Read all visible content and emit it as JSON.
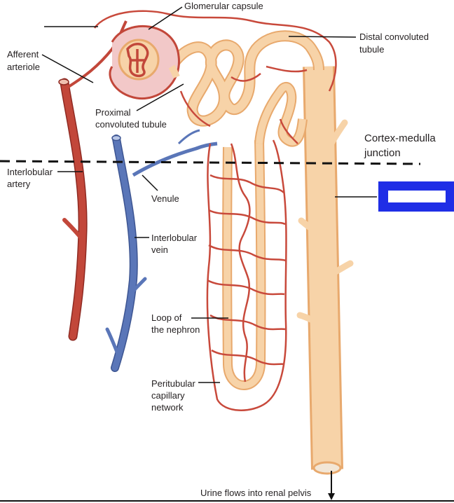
{
  "labels": {
    "glomerular_capsule": "Glomerular capsule",
    "afferent_arteriole_1": "Afferent",
    "afferent_arteriole_2": "arteriole",
    "proximal_tubule_1": "Proximal",
    "proximal_tubule_2": "convoluted tubule",
    "distal_tubule_1": "Distal convoluted",
    "distal_tubule_2": "tubule",
    "cortex_medulla_1": "Cortex-medulla",
    "cortex_medulla_2": "junction",
    "interlobular_artery_1": "Interlobular",
    "interlobular_artery_2": "artery",
    "venule": "Venule",
    "interlobular_vein_1": "Interlobular",
    "interlobular_vein_2": "vein",
    "loop_1": "Loop of",
    "loop_2": "the nephron",
    "peritubular_1": "Peritubular",
    "peritubular_2": "capillary",
    "peritubular_3": "network",
    "urine_flow": "Urine flows into renal pelvis"
  },
  "colors": {
    "artery": "#c2473a",
    "artery_dark": "#8f2a22",
    "vein": "#5a76b8",
    "vein_dark": "#3d5592",
    "tubule": "#f7d3a8",
    "tubule_edge": "#e8a96d",
    "capillary": "#c8493b",
    "answer_box": "#1f2ee6"
  }
}
